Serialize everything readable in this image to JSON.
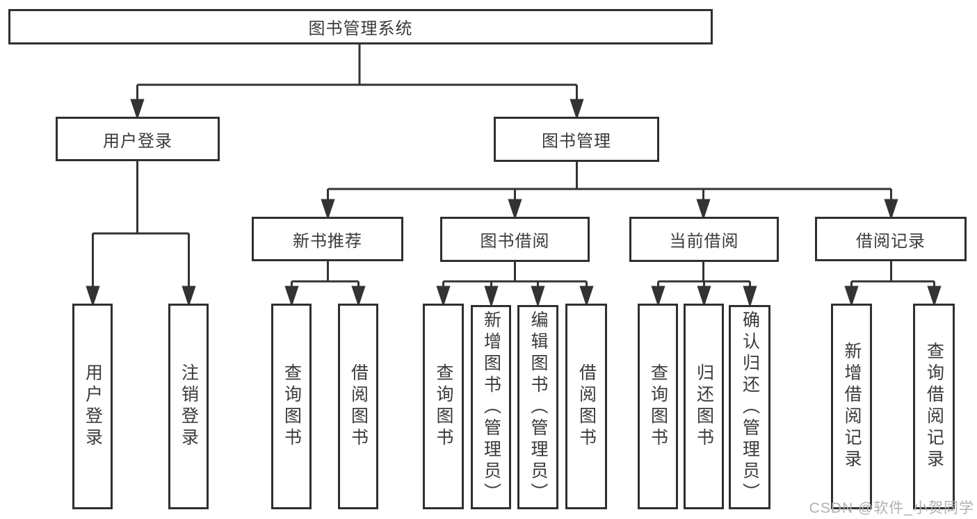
{
  "colors": {
    "background": "#ffffff",
    "box_border": "#2f2f2f",
    "line": "#333333",
    "text": "#3a3a3a",
    "watermark": "#b0b0b0"
  },
  "tree": {
    "root": {
      "label": "图书管理系统"
    },
    "branches": [
      {
        "label": "用户登录",
        "children": [
          {
            "label": "用户登录"
          },
          {
            "label": "注销登录"
          }
        ]
      },
      {
        "label": "图书管理",
        "children": [
          {
            "label": "新书推荐",
            "children": [
              {
                "label": "查询图书"
              },
              {
                "label": "借阅图书"
              }
            ]
          },
          {
            "label": "图书借阅",
            "children": [
              {
                "label": "查询图书"
              },
              {
                "label": "新增图书（管理员）"
              },
              {
                "label": "编辑图书（管理员）"
              },
              {
                "label": "借阅图书"
              }
            ]
          },
          {
            "label": "当前借阅",
            "children": [
              {
                "label": "查询图书"
              },
              {
                "label": "归还图书"
              },
              {
                "label": "确认归还（管理员）"
              }
            ]
          },
          {
            "label": "借阅记录",
            "children": [
              {
                "label": "新增借阅记录"
              },
              {
                "label": "查询借阅记录"
              }
            ]
          }
        ]
      }
    ]
  },
  "watermark": {
    "text": "CSDN @软件_小贺同学"
  }
}
